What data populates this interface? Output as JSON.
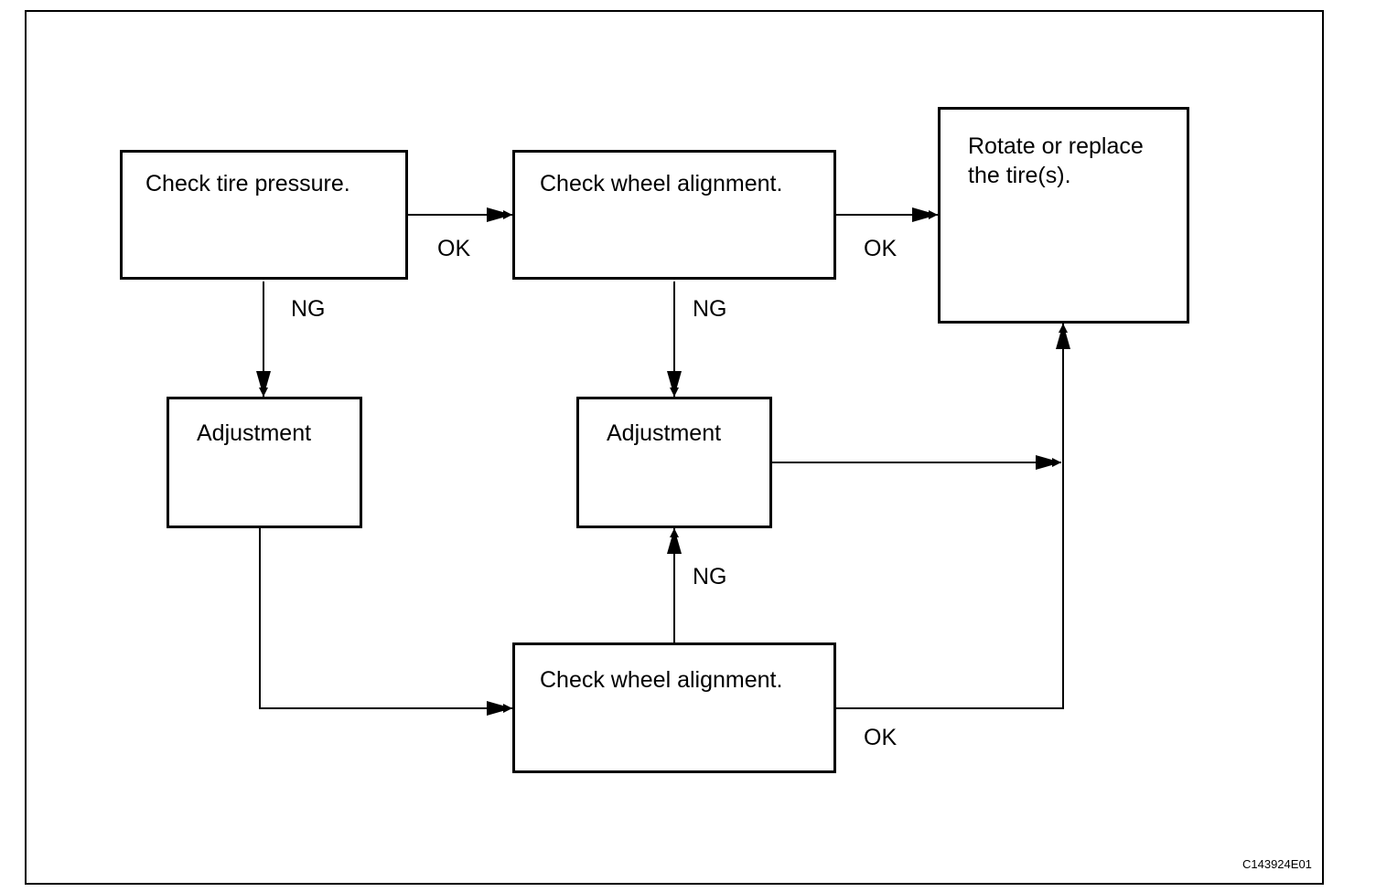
{
  "boxes": {
    "check_tire_pressure": "Check tire pressure.",
    "check_wheel_alignment_top": "Check wheel alignment.",
    "rotate_replace": "Rotate or replace\nthe tire(s).",
    "adjustment_left": "Adjustment",
    "adjustment_middle": "Adjustment",
    "check_wheel_alignment_bottom": "Check wheel alignment."
  },
  "labels": {
    "ok_1": "OK",
    "ok_2": "OK",
    "ok_3": "OK",
    "ng_1": "NG",
    "ng_2": "NG",
    "ng_3": "NG"
  },
  "figure_code": "C143924E01"
}
